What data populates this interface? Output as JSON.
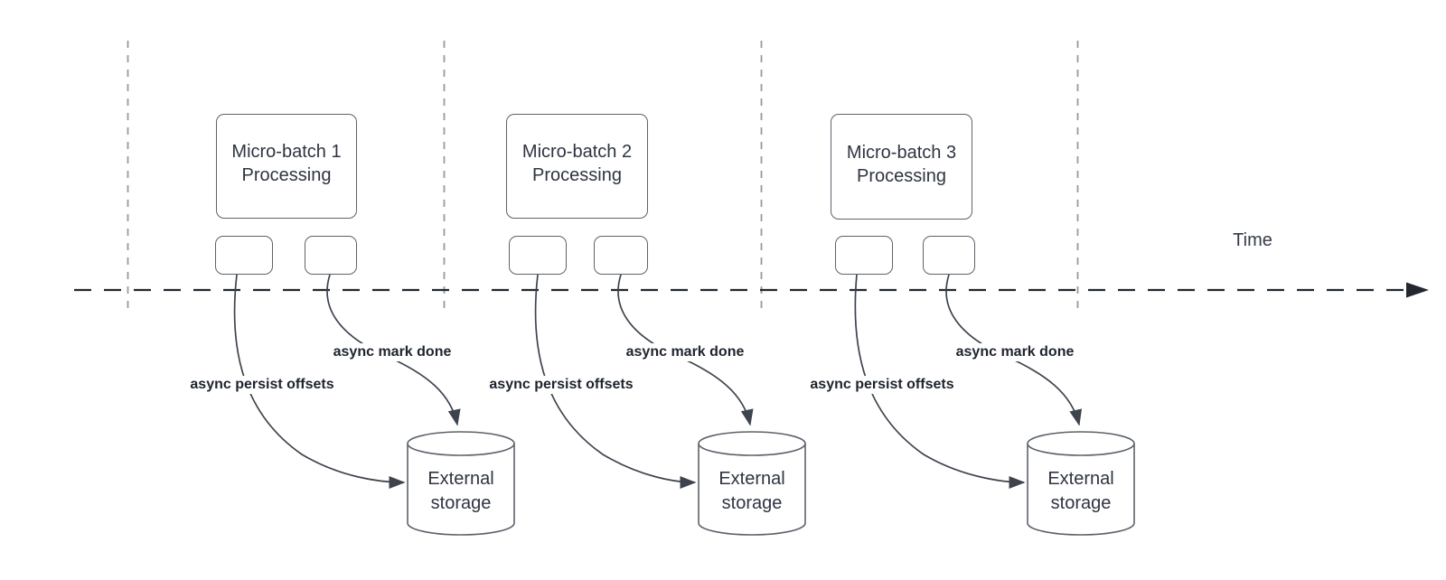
{
  "axis": {
    "time_label": "Time"
  },
  "groups": [
    {
      "title": "Micro-batch 1 Processing",
      "persist_label": "async persist offsets",
      "mark_done_label": "async mark done",
      "storage_label": "External storage"
    },
    {
      "title": "Micro-batch 2 Processing",
      "persist_label": "async persist offsets",
      "mark_done_label": "async mark done",
      "storage_label": "External storage"
    },
    {
      "title": "Micro-batch 3 Processing",
      "persist_label": "async persist offsets",
      "mark_done_label": "async mark done",
      "storage_label": "External storage"
    }
  ],
  "colors": {
    "background": "#ffffff",
    "edge_line": "#3e444d",
    "axis_line": "#23272f",
    "guide_line": "#97999c",
    "shape_border": "#5c636b",
    "title_text": "#2e3440",
    "edge_label_text": "#1e242e"
  }
}
